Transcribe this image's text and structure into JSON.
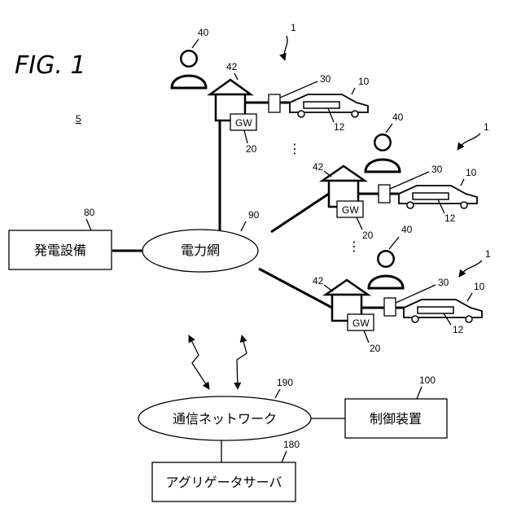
{
  "figure": {
    "title": "FIG. 1",
    "system_ref": "5"
  },
  "refs": {
    "system": "1",
    "user": "40",
    "house": "42",
    "connector": "30",
    "vehicle": "10",
    "battery": "12",
    "gateway": "20",
    "grid": "90",
    "power_plant": "80",
    "network": "190",
    "controller": "100",
    "aggregator": "180"
  },
  "labels": {
    "gateway": "GW",
    "power_plant": "発電設備",
    "grid": "電力網",
    "network": "通信ネットワーク",
    "controller": "制御装置",
    "aggregator": "アグリゲータサーバ",
    "ellipsis": "⋮"
  }
}
